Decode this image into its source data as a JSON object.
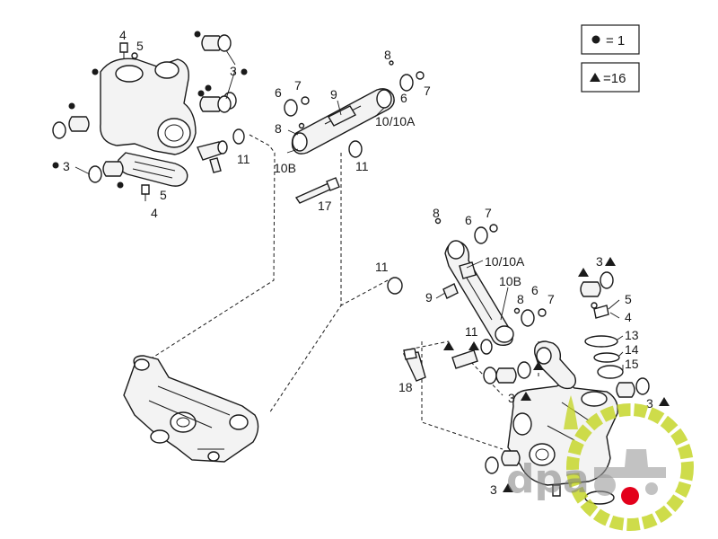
{
  "legend": {
    "dot_label": "= 1",
    "triangle_label": "=16"
  },
  "watermark": {
    "text": "dpa",
    "ring_color": "#c6d62a",
    "dot_color": "#e3001b",
    "text_color": "#7f7f7f"
  },
  "callouts": {
    "top_left": {
      "c4_top": "4",
      "c5_top": "5",
      "c3_right": "3",
      "c3_left": "3",
      "c5_bottom": "5",
      "c4_bottom": "4",
      "c11": "11"
    },
    "top_center": {
      "c8": "8",
      "c6_left": "6",
      "c7_left": "7",
      "c9": "9",
      "c8_left": "8",
      "c10b": "10B",
      "c11": "11",
      "c17": "17",
      "c6_right": "6",
      "c7_right": "7",
      "c10_10a": "10/10A"
    },
    "right": {
      "c8": "8",
      "c6": "6",
      "c7": "7",
      "c10_10a": "10/10A",
      "c11_top": "11",
      "c9": "9",
      "c10b": "10B",
      "c8_low": "8",
      "c6_low": "6",
      "c7_low": "7",
      "c3_top": "3",
      "c5": "5",
      "c4": "4",
      "c13": "13",
      "c14": "14",
      "c15": "15",
      "c11_low": "11",
      "c18": "18",
      "c3_mid": "3",
      "c3_right": "3",
      "c3_bottom": "3"
    }
  }
}
